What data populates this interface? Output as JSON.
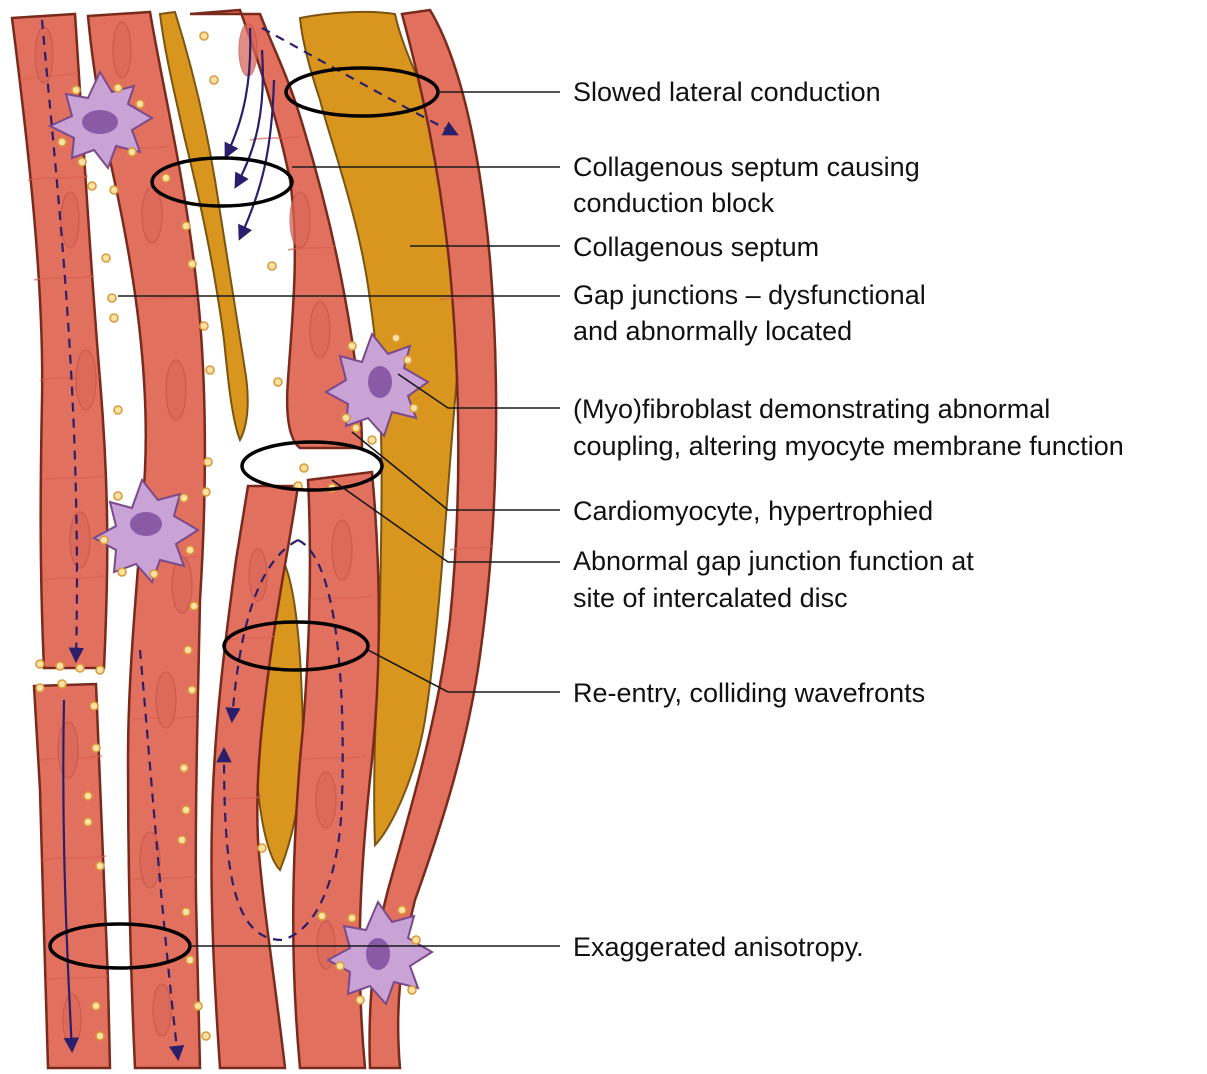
{
  "labels": [
    {
      "id": "slowed",
      "lines": [
        "Slowed lateral conduction"
      ]
    },
    {
      "id": "septum_block",
      "lines": [
        "Collagenous septum causing",
        "conduction block"
      ]
    },
    {
      "id": "septum",
      "lines": [
        "Collagenous septum"
      ]
    },
    {
      "id": "gap_junctions",
      "lines": [
        "Gap junctions – dysfunctional",
        "and abnormally located"
      ]
    },
    {
      "id": "fibroblast",
      "lines": [
        "(Myo)fibroblast demonstrating abnormal",
        "coupling, altering myocyte membrane function"
      ]
    },
    {
      "id": "cardiomyocyte",
      "lines": [
        "Cardiomyocyte, hypertrophied"
      ]
    },
    {
      "id": "abnormal_gap",
      "lines": [
        "Abnormal gap junction function at",
        "site of intercalated disc"
      ]
    },
    {
      "id": "reentry",
      "lines": [
        "Re-entry, colliding wavefronts"
      ]
    },
    {
      "id": "anisotropy",
      "lines": [
        "Exaggerated anisotropy."
      ]
    }
  ],
  "colors": {
    "myocyte": "#e2705e",
    "myocyte_outline": "#7a2a1c",
    "septum": "#d9961f",
    "fibroblast": "#c9a3d6",
    "nucleus": "#8b5aa6",
    "gap_junction": "#fde2a6",
    "conduction_path": "#2b1f6b"
  }
}
